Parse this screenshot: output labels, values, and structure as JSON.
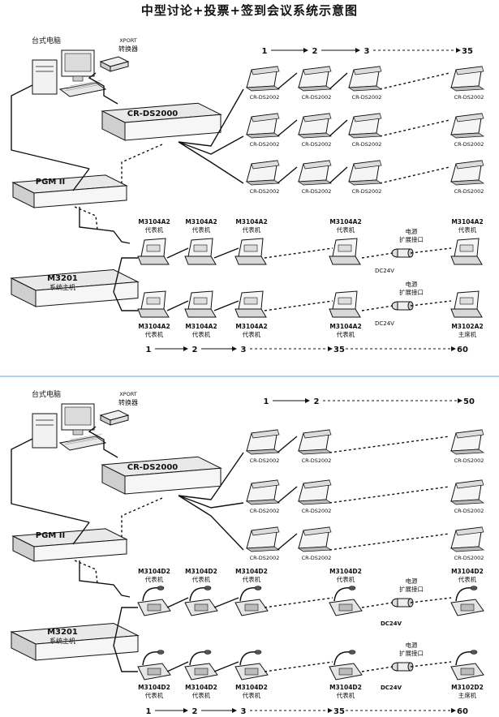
{
  "title": "中型讨论+投票+签到会议系统示意图",
  "colors": {
    "divider": "#7fb9e6",
    "line": "#111111"
  },
  "top": {
    "pc_label": "台式电脑",
    "xport_label": "XPORT",
    "converter_label": "转换器",
    "crds2000_label": "CR-DS2000",
    "pgm_label": "PGM II",
    "m3201_label": "M3201",
    "m3201_sub": "系统主机",
    "ds_counter": [
      "1",
      "2",
      "3",
      "35"
    ],
    "ds_unit_label": "CR-DS2002",
    "delegate_model": "M3104A2",
    "delegate_sub": "代表机",
    "chair_model": "M3102A2",
    "chair_sub": "主席机",
    "power_label_1": "电源",
    "power_label_2": "扩展接口",
    "dc_label": "DC24V",
    "mic_counter": [
      "1",
      "2",
      "3",
      "35",
      "60"
    ]
  },
  "bottom": {
    "pc_label": "台式电脑",
    "xport_label": "XPORT",
    "converter_label": "转换器",
    "crds2000_label": "CR-DS2000",
    "pgm_label": "PGM II",
    "m3201_label": "M3201",
    "m3201_sub": "系统主机",
    "ds_counter": [
      "1",
      "2",
      "50"
    ],
    "ds_unit_label": "CR-DS2002",
    "delegate_model": "M3104D2",
    "delegate_sub": "代表机",
    "chair_model": "M3102D2",
    "chair_sub": "主席机",
    "power_label_1": "电源",
    "power_label_2": "扩展接口",
    "dc_label": "DC24V",
    "mic_counter": [
      "1",
      "2",
      "3",
      "35",
      "60"
    ]
  }
}
